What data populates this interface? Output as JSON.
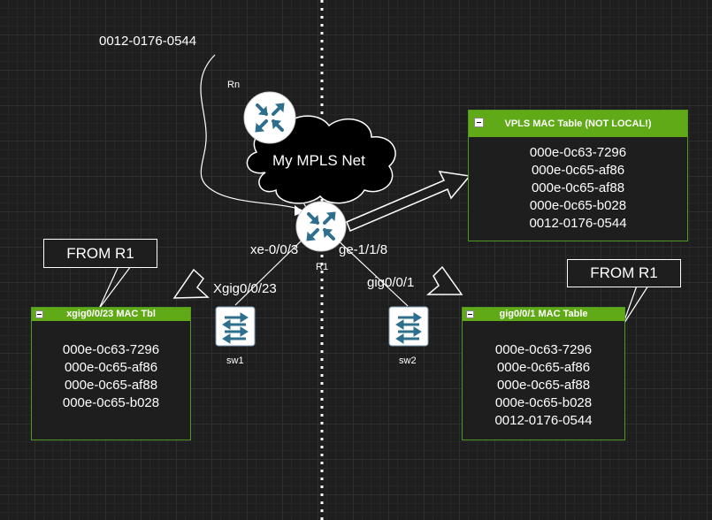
{
  "diagram": {
    "top_mac": "0012-0176-0544",
    "rn_label": "Rn",
    "cloud_label": "My MPLS Net",
    "r1_label": "R1",
    "xe_port": "xe-0/0/3",
    "ge_port": "ge-1/1/8",
    "xgig_port": "Xgig0/0/23",
    "gig_port": "gig0/0/1",
    "sw1_label": "sw1",
    "sw2_label": "sw2",
    "callout_left": "FROM R1",
    "callout_right": "FROM R1",
    "colors": {
      "panel_header": "#60a917",
      "panel_border": "#4f9a23",
      "background": "#1e1e1e"
    }
  },
  "vpls_table": {
    "title": "VPLS MAC Table (NOT LOCAL!)",
    "rows": [
      "000e-0c63-7296",
      "000e-0c65-af86",
      "000e-0c65-af88",
      "000e-0c65-b028",
      "0012-0176-0544"
    ]
  },
  "xgig_table": {
    "title": "xgig0/0/23 MAC Tbl",
    "rows": [
      "000e-0c63-7296",
      "000e-0c65-af86",
      "000e-0c65-af88",
      "000e-0c65-b028"
    ]
  },
  "gig_table": {
    "title": "gig0/0/1 MAC Table",
    "rows": [
      "000e-0c63-7296",
      "000e-0c65-af86",
      "000e-0c65-af88",
      "000e-0c65-b028",
      "0012-0176-0544"
    ]
  }
}
